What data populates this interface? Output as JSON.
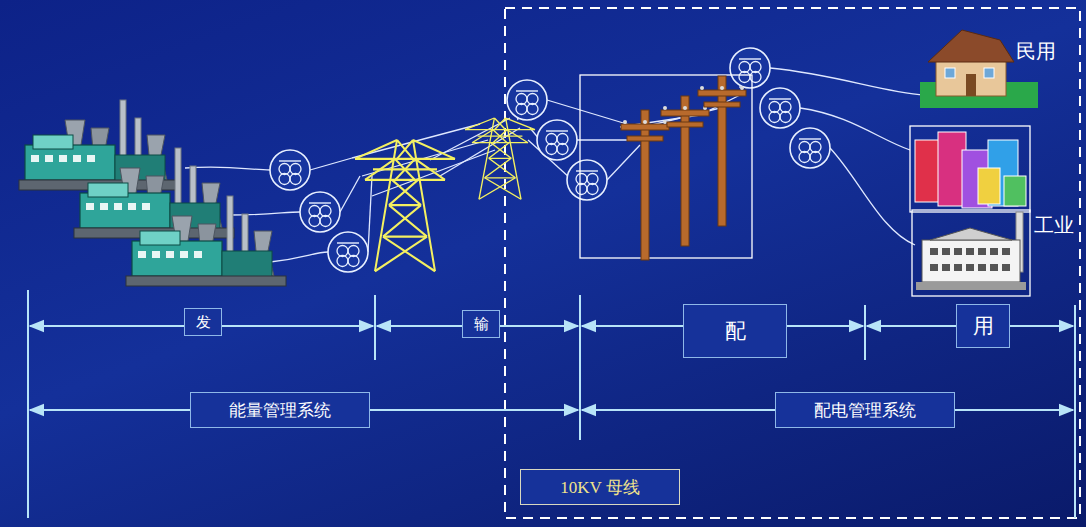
{
  "diagram": {
    "nodes": [
      {
        "text": [
          "发"
        ]
      },
      {
        "text": [
          "输"
        ]
      },
      {
        "text": [
          "配"
        ]
      },
      {
        "text": [
          "用"
        ]
      },
      {
        "text": [
          "能量管理系统"
        ]
      },
      {
        "text": [
          "配电管理系统"
        ]
      },
      {
        "text": [
          "10KV 母线"
        ]
      }
    ],
    "labels": [
      "民用",
      "工业"
    ]
  }
}
